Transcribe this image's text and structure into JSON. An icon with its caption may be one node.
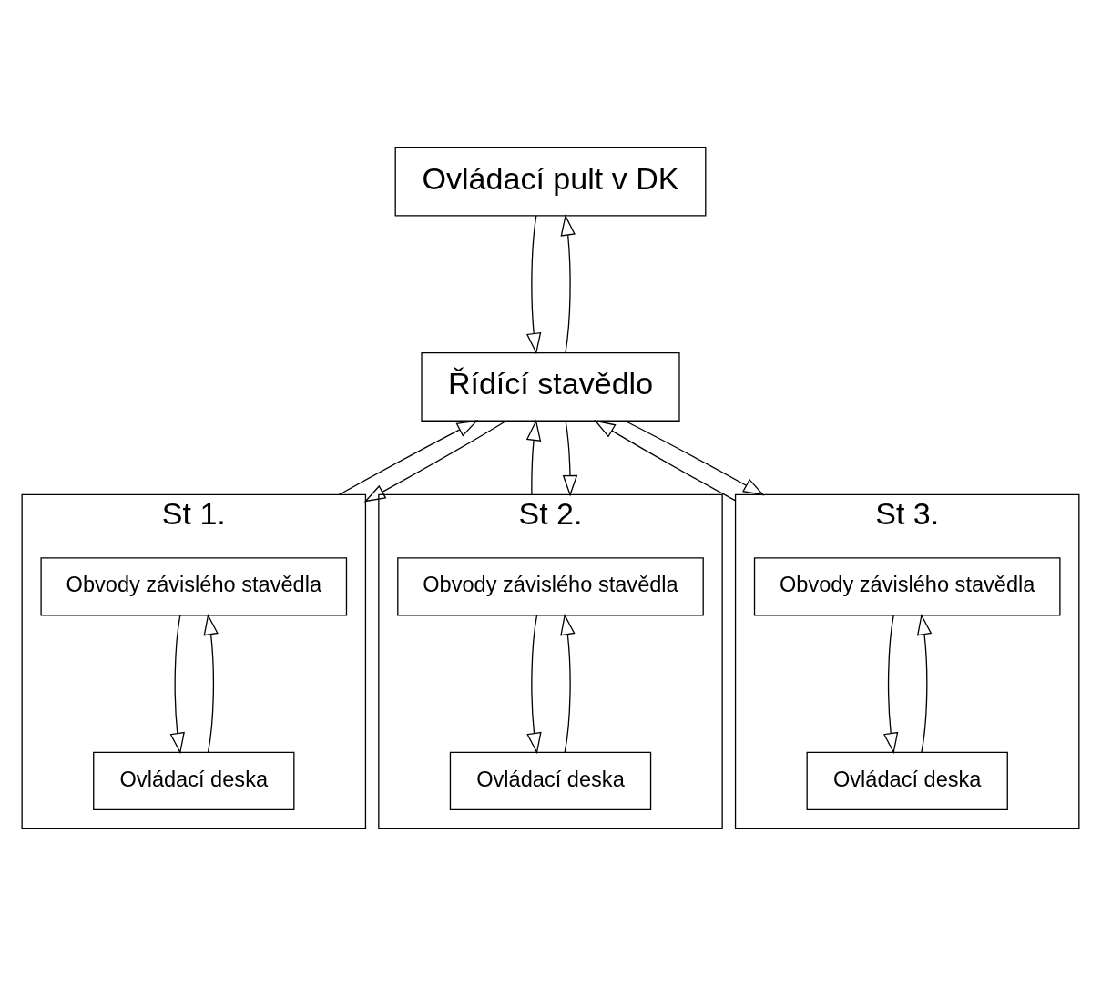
{
  "diagram": {
    "nodes": [
      {
        "text": [
          "Ovládací pult v DK"
        ]
      },
      {
        "text": [
          "Řídící stavědlo"
        ]
      },
      {
        "text": [
          "St 1."
        ]
      },
      {
        "text": [
          "Obvody závislého stavědla"
        ],
        "in": 2
      },
      {
        "text": [
          "Ovládací deska"
        ],
        "in": 2
      },
      {
        "text": [
          "St 2."
        ]
      },
      {
        "text": [
          "Obvody závislého stavědla"
        ],
        "in": 5
      },
      {
        "text": [
          "Ovládací deska"
        ],
        "in": 5
      },
      {
        "text": [
          "St 3."
        ]
      },
      {
        "text": [
          "Obvody závislého stavědla"
        ],
        "in": 8
      },
      {
        "text": [
          "Ovládací deska"
        ],
        "in": 8
      }
    ],
    "edges": [
      {
        "from": 1,
        "to": 0,
        "arrow": "to"
      },
      {
        "from": 0,
        "to": 1,
        "arrow": "to"
      },
      {
        "from": 2,
        "to": 1,
        "arrow": "to"
      },
      {
        "from": 1,
        "to": 2,
        "arrow": "to"
      },
      {
        "from": 5,
        "to": 1,
        "arrow": "to"
      },
      {
        "from": 1,
        "to": 5,
        "arrow": "to"
      },
      {
        "from": 8,
        "to": 1,
        "arrow": "to"
      },
      {
        "from": 1,
        "to": 8,
        "arrow": "to"
      },
      {
        "from": 4,
        "to": 3,
        "arrow": "to"
      },
      {
        "from": 3,
        "to": 4,
        "arrow": "to"
      },
      {
        "from": 7,
        "to": 6,
        "arrow": "to"
      },
      {
        "from": 6,
        "to": 7,
        "arrow": "to"
      },
      {
        "from": 10,
        "to": 9,
        "arrow": "to"
      },
      {
        "from": 9,
        "to": 10,
        "arrow": "to"
      }
    ]
  }
}
